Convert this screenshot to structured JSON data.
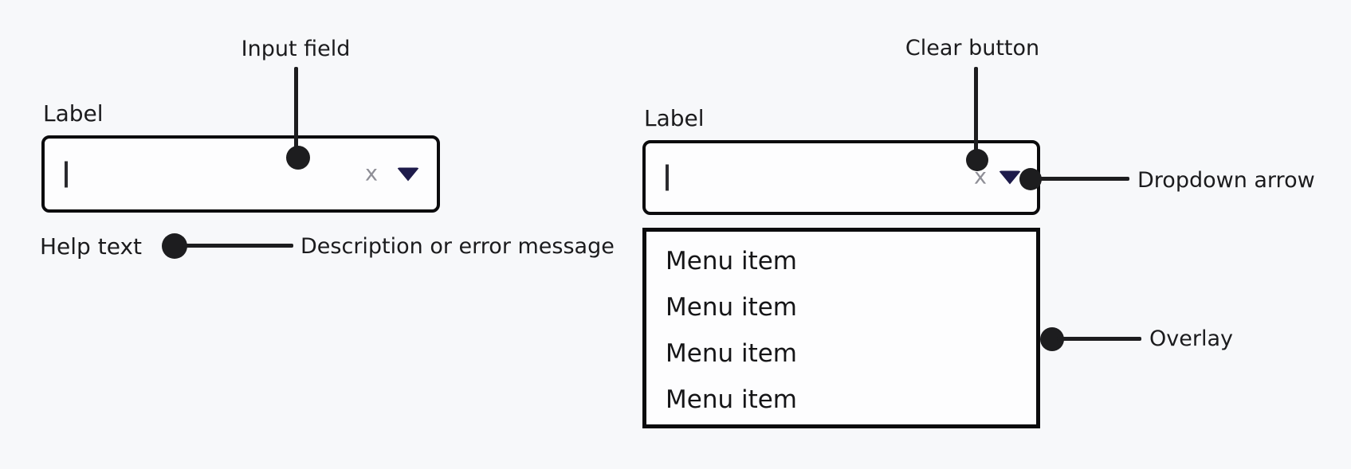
{
  "page": {
    "background_color": "#f7f8fa",
    "title": "Combobox anatomy diagram"
  },
  "colors": {
    "text": "#1b1b1d",
    "annotation": "#1d1d1f",
    "field_border": "#0b0b0d",
    "field_surface": "#fdfdfe",
    "clear_x_gray": "#8e8e96",
    "dropdown_arrow_navy": "#1e1b4b"
  },
  "left_combobox": {
    "label": "Label",
    "clear_label": "x",
    "help_text": "Help text"
  },
  "right_combobox": {
    "label": "Label",
    "clear_label": "x",
    "menu_items": [
      "Menu item",
      "Menu item",
      "Menu item",
      "Menu item"
    ]
  },
  "annotations": {
    "input_field": "Input field",
    "help_description": "Description or error message",
    "clear_button": "Clear button",
    "dropdown_arrow": "Dropdown arrow",
    "overlay": "Overlay"
  }
}
